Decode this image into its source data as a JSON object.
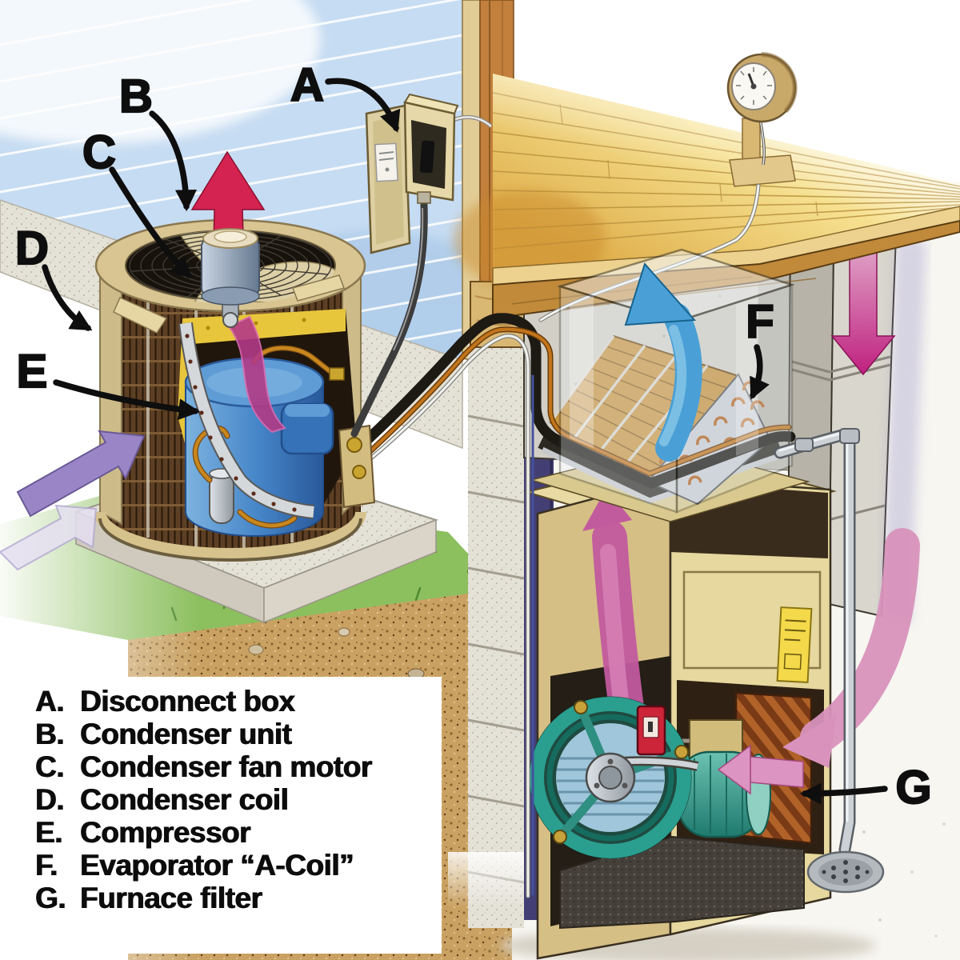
{
  "legend": {
    "items": [
      {
        "letter": "A.",
        "label": "Disconnect box"
      },
      {
        "letter": "B.",
        "label": "Condenser unit"
      },
      {
        "letter": "C.",
        "label": "Condenser fan motor"
      },
      {
        "letter": "D.",
        "label": "Condenser coil"
      },
      {
        "letter": "E.",
        "label": "Compressor"
      },
      {
        "letter": "F.",
        "label": "Evaporator “A-Coil”"
      },
      {
        "letter": "G.",
        "label": "Furnace filter"
      }
    ]
  },
  "callouts": [
    {
      "letter": "A",
      "target": "disconnect-box"
    },
    {
      "letter": "B",
      "target": "condenser-unit"
    },
    {
      "letter": "C",
      "target": "condenser-fan-motor"
    },
    {
      "letter": "D",
      "target": "condenser-coil"
    },
    {
      "letter": "E",
      "target": "compressor"
    },
    {
      "letter": "F",
      "target": "evaporator-a-coil"
    },
    {
      "letter": "G",
      "target": "furnace-filter"
    }
  ],
  "colors": {
    "legend_bg": "#ffffff",
    "callout_text": "#0e0e0e",
    "siding_blue": "#c6dcf2",
    "warm_air_arrow_red": "#d42350",
    "intake_air_arrow_purple": "#9a86c6",
    "cool_air_arrow_blue": "#4aa0d6",
    "return_air_arrow_magenta": "#bf1f7e",
    "furnace_tan": "#e6d89e",
    "compressor_blue": "#4585c8",
    "condenser_coil_brown": "#5c3f24",
    "blower_teal": "#2a9e8f",
    "copper_line": "#c2751c"
  }
}
